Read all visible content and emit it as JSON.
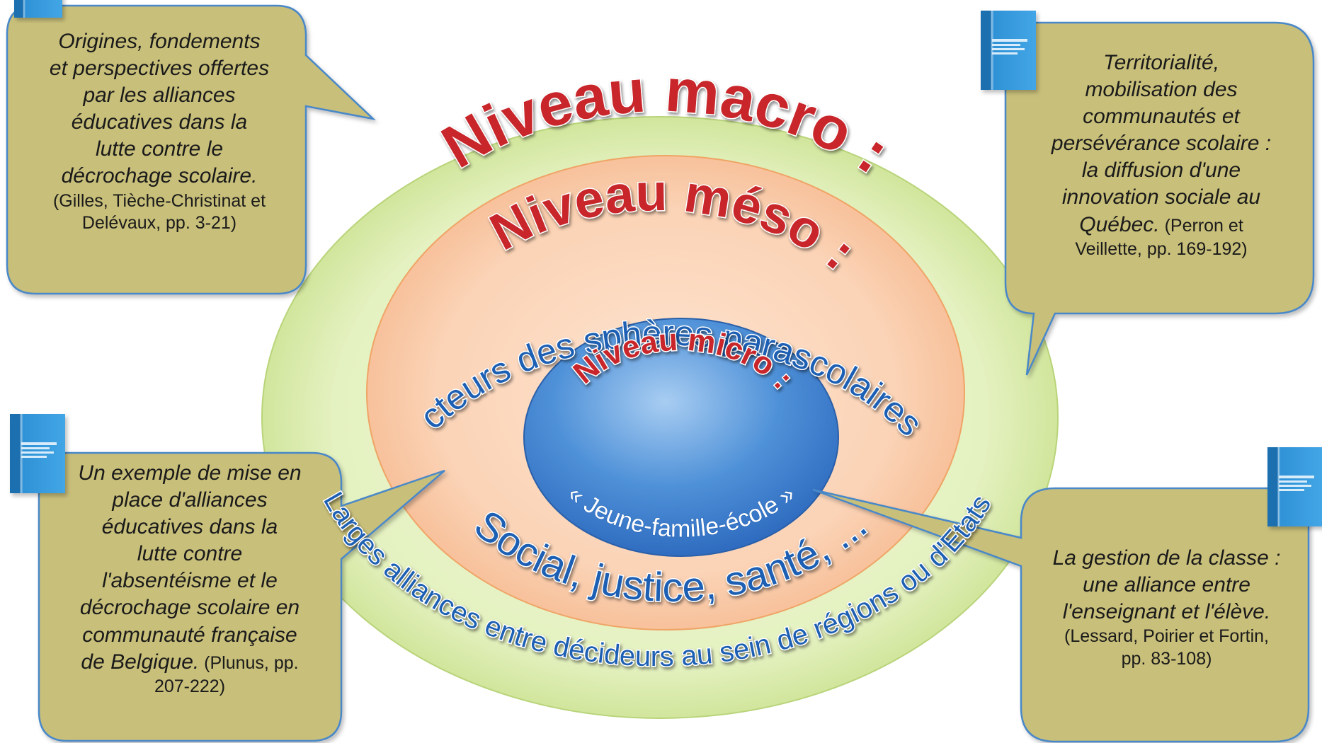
{
  "levels": {
    "macro": {
      "title": "Niveau macro :",
      "subtitle": "Larges alliances entre décideurs au sein de régions ou d'Etats"
    },
    "meso": {
      "title": "Niveau méso :",
      "subtitle_top": "acteurs des sphères parascolaires :",
      "subtitle_bottom": "Social, justice, santé, ..."
    },
    "micro": {
      "title": "Niveau micro :",
      "subtitle": "« Jeune-famille-école »"
    }
  },
  "callouts": [
    {
      "id": "top-left",
      "lines": [
        "Origines, fondements",
        "et perspectives offertes",
        "par les alliances",
        "éducatives dans la",
        "lutte contre le",
        "décrochage scolaire."
      ],
      "ref_lines": [
        "(Gilles, Tièche-Christinat et",
        "Delévaux, pp. 3-21)"
      ]
    },
    {
      "id": "top-right",
      "lines": [
        "Territorialité,",
        "mobilisation des",
        "communautés et",
        "persévérance scolaire :",
        "la diffusion d'une",
        "innovation sociale au"
      ],
      "last_italic": "Québec.",
      "last_ref": " (Perron et",
      "ref_lines": [
        "Veillette, pp. 169-192)"
      ]
    },
    {
      "id": "bottom-left",
      "lines": [
        "Un exemple de mise en",
        "place d'alliances",
        "éducatives dans la",
        "lutte contre",
        "l'absentéisme et le",
        "décrochage scolaire en",
        "communauté française"
      ],
      "last_italic": "de Belgique.",
      "last_ref": " (Plunus, pp.",
      "ref_lines": [
        "207-222)"
      ]
    },
    {
      "id": "bottom-right",
      "lines": [
        "La gestion de la classe :",
        "une alliance entre",
        "l'enseignant et l'élève."
      ],
      "ref_lines": [
        "(Lessard, Poirier et Fortin,",
        "pp. 83-108)"
      ]
    }
  ],
  "colors": {
    "macro_fill": "#e8f3c4",
    "meso_fill": "#fad0b0",
    "micro_fill": "#3f82d0",
    "callout_fill": "#c8bf7a",
    "callout_border": "#4a88c8",
    "red_text": "#c8252a",
    "blue_text": "#1f5fb3",
    "book_blue": "#2a8ad0"
  },
  "icons": [
    "book-cover-icon"
  ]
}
